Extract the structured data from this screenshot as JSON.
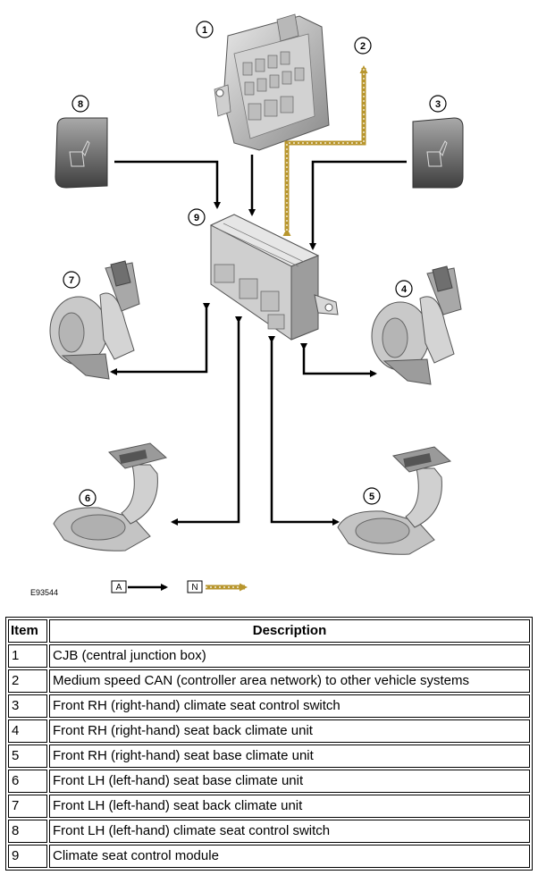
{
  "diagram": {
    "reference_code": "E93544",
    "callouts": {
      "c1": "1",
      "c2": "2",
      "c3": "3",
      "c4": "4",
      "c5": "5",
      "c6": "6",
      "c7": "7",
      "c8": "8",
      "c9": "9"
    },
    "key": {
      "a_label": "A",
      "n_label": "N"
    },
    "colors": {
      "hardwired": "#000000",
      "can": "#b8962e"
    }
  },
  "table": {
    "headers": {
      "item": "Item",
      "description": "Description"
    },
    "rows": [
      {
        "item": "1",
        "description": "CJB (central junction box)"
      },
      {
        "item": "2",
        "description": "Medium speed CAN (controller area network) to other vehicle systems"
      },
      {
        "item": "3",
        "description": "Front RH (right-hand) climate seat control switch"
      },
      {
        "item": "4",
        "description": "Front RH (right-hand) seat back climate unit"
      },
      {
        "item": "5",
        "description": "Front RH (right-hand) seat base climate unit"
      },
      {
        "item": "6",
        "description": "Front LH (left-hand) seat base climate unit"
      },
      {
        "item": "7",
        "description": "Front LH (left-hand) seat back climate unit"
      },
      {
        "item": "8",
        "description": "Front LH (left-hand) climate seat control switch"
      },
      {
        "item": "9",
        "description": "Climate seat control module"
      }
    ]
  }
}
